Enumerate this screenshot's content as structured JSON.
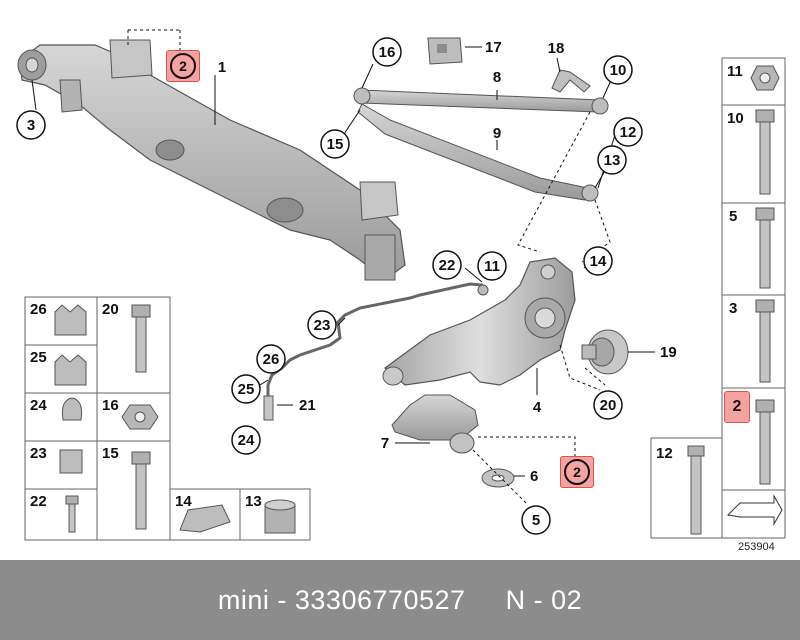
{
  "diagram": {
    "callouts": {
      "c1": "1",
      "c3": "3",
      "c4": "4",
      "c5": "5",
      "c6": "6",
      "c7": "7",
      "c8": "8",
      "c9": "9",
      "c10": "10",
      "c11": "11",
      "c12": "12",
      "c13": "13",
      "c14": "14",
      "c15": "15",
      "c16": "16",
      "c17": "17",
      "c18": "18",
      "c19": "19",
      "c20": "20",
      "c21": "21",
      "c22": "22",
      "c23": "23",
      "c24": "24",
      "c25": "25",
      "c26": "26"
    },
    "highlight_label": "2",
    "right_column": [
      "11",
      "10",
      "5",
      "3",
      "2"
    ],
    "bolt_12_label": "12",
    "left_grid": [
      "26",
      "20",
      "25",
      "24",
      "16",
      "23",
      "15",
      "22",
      "14",
      "13"
    ],
    "document_number": "253904"
  },
  "footer": {
    "brand": "mini",
    "separator": " - ",
    "part_number": "33306770527",
    "position_code": "N - 02"
  },
  "colors": {
    "highlight_fill": "#f4a3a0",
    "highlight_border": "#d9534f",
    "part_gray": "#b9b9b9",
    "footer_bg": "#8c8c8c"
  }
}
